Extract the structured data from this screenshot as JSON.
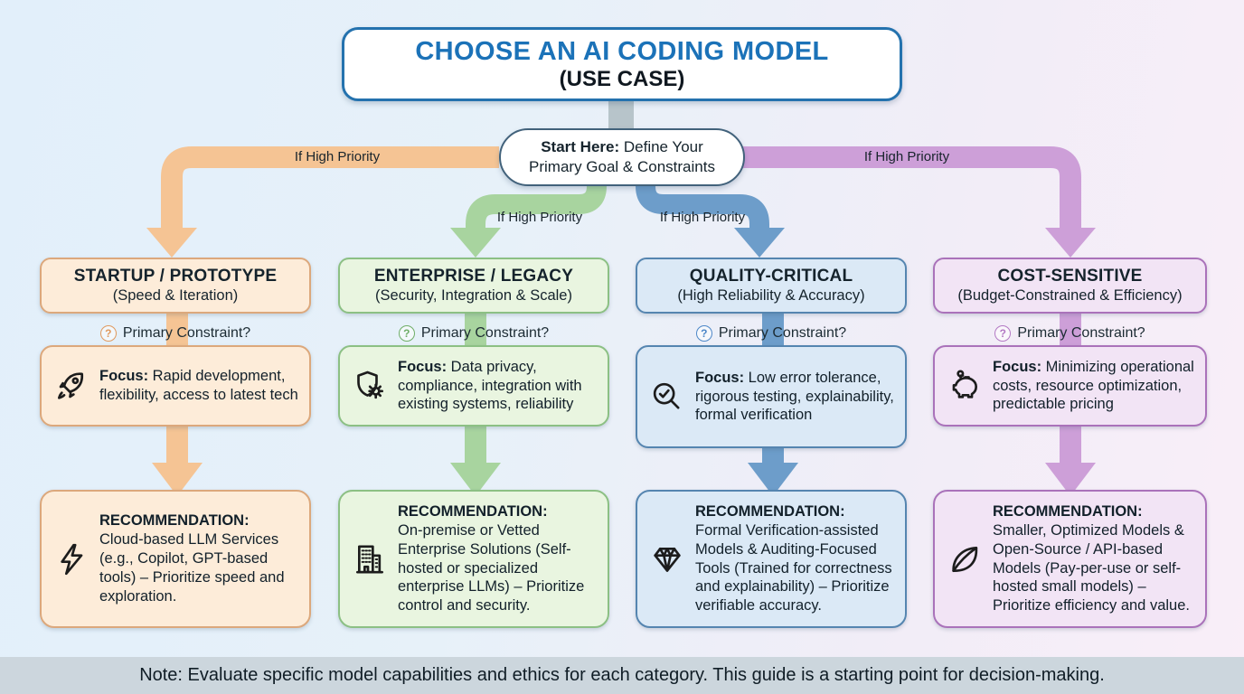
{
  "title": {
    "line1": "CHOOSE AN AI CODING MODEL",
    "line2": "(USE CASE)"
  },
  "start": {
    "label_bold": "Start Here:",
    "label_rest": " Define Your Primary Goal & Constraints"
  },
  "branch_label": "If High Priority",
  "constraint": {
    "icon_glyph": "?",
    "label": "Primary Constraint?"
  },
  "note": "Note: Evaluate specific model capabilities and ethics for each category. This guide is a starting point for decision-making.",
  "colors": {
    "title_text": "#1b72b8",
    "background_left": "#e2effa",
    "background_right": "#f9eef8",
    "note_band": "#ccd6dd",
    "connector_gray": "#b7c4ca",
    "startup_accent": "#f5c494",
    "enterprise_accent": "#a8d49f",
    "quality_accent": "#6d9dca",
    "cost_accent": "#cd9fd8"
  },
  "columns": [
    {
      "title": "STARTUP / PROTOTYPE",
      "subtitle": "(Speed & Iteration)",
      "focus_label": "Focus:",
      "focus_text": " Rapid development, flexibility, access to latest tech",
      "focus_icon": "rocket-icon",
      "rec_label": "RECOMMENDATION:",
      "rec_text": "Cloud-based LLM Services (e.g., Copilot, GPT-based tools) – Prioritize speed and exploration.",
      "rec_icon": "lightning-icon"
    },
    {
      "title": "ENTERPRISE / LEGACY",
      "subtitle": "(Security, Integration & Scale)",
      "focus_label": "Focus:",
      "focus_text": " Data privacy, compliance, integration with existing systems, reliability",
      "focus_icon": "shield-gear-icon",
      "rec_label": "RECOMMENDATION:",
      "rec_text": "On-premise or Vetted Enterprise Solutions (Self-hosted or specialized enterprise LLMs) – Prioritize control and security.",
      "rec_icon": "building-icon"
    },
    {
      "title": "QUALITY-CRITICAL",
      "subtitle": "(High Reliability & Accuracy)",
      "focus_label": "Focus:",
      "focus_text": " Low error tolerance, rigorous testing, explainability, formal verification",
      "focus_icon": "magnifier-check-icon",
      "rec_label": "RECOMMENDATION:",
      "rec_text": "Formal Verification-assisted Models & Auditing-Focused Tools (Trained for correctness and explainability) – Prioritize verifiable accuracy.",
      "rec_icon": "diamond-icon"
    },
    {
      "title": "COST-SENSITIVE",
      "subtitle": "(Budget-Constrained & Efficiency)",
      "focus_label": "Focus:",
      "focus_text": " Minimizing operational costs, resource optimization, predictable pricing",
      "focus_icon": "piggy-bank-icon",
      "rec_label": "RECOMMENDATION:",
      "rec_text": "Smaller, Optimized Models & Open-Source / API-based Models (Pay-per-use or self-hosted small models) – Prioritize efficiency and value.",
      "rec_icon": "leaf-icon"
    }
  ]
}
